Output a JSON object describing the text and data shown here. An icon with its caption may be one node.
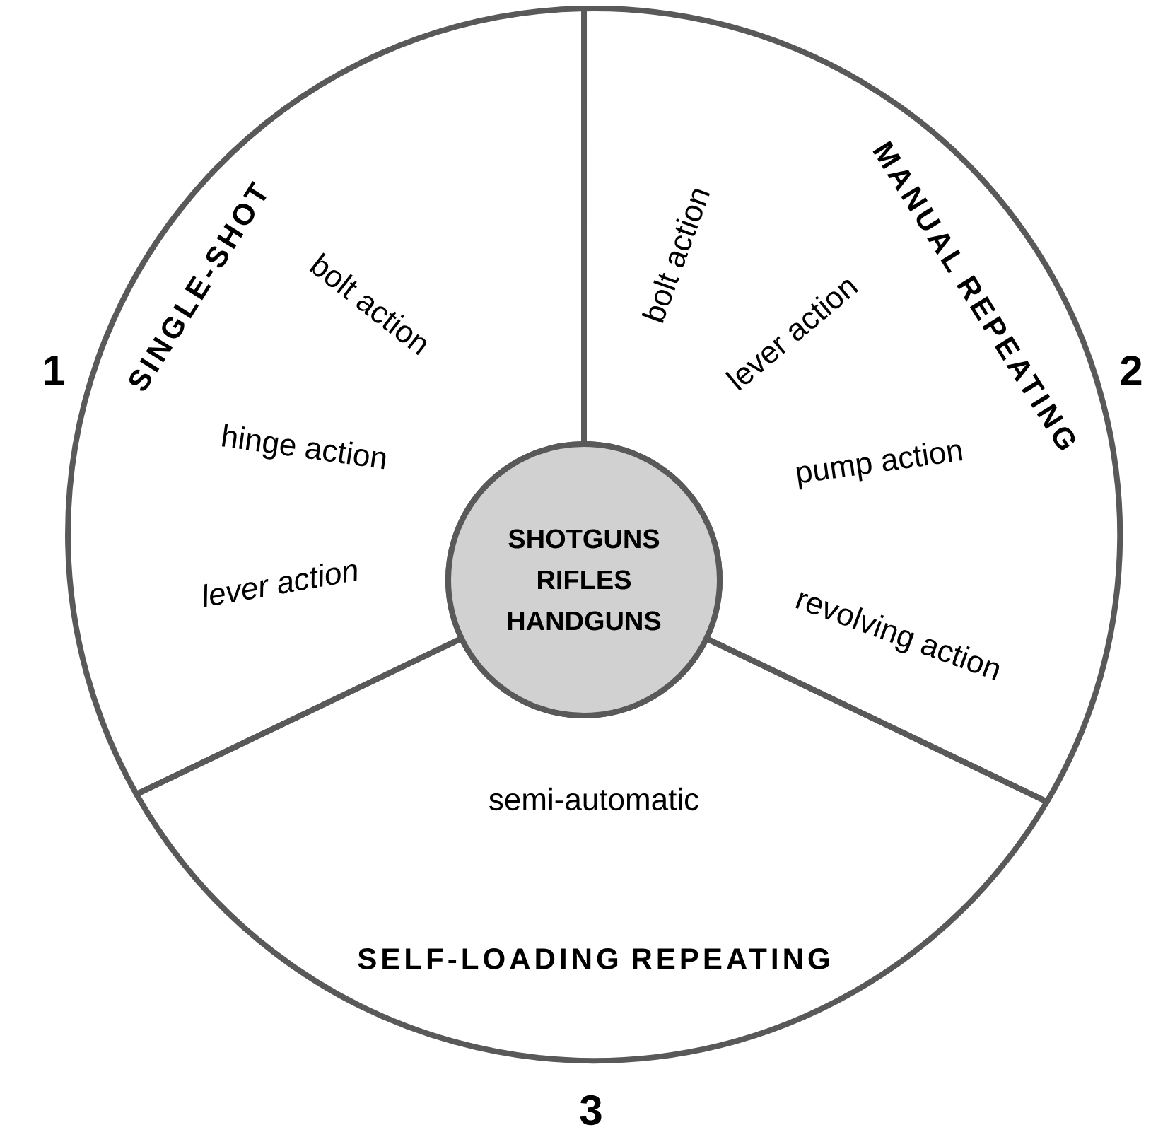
{
  "diagram": {
    "nodes": [
      {
        "text": [
          "SHOTGUNS RIFLES HANDGUNS"
        ]
      },
      {
        "text": [
          "SINGLE-SHOT",
          "bolt action",
          "hinge action",
          "lever action"
        ],
        "beside": [
          "1"
        ]
      },
      {
        "text": [
          "MANUAL REPEATING",
          "bolt action",
          "lever action",
          "pump action",
          "revolving action"
        ],
        "beside": [
          "2"
        ]
      },
      {
        "text": [
          "semi-automatic",
          "SELF-LOADING REPEATING"
        ],
        "beside": [
          "3"
        ]
      }
    ]
  }
}
